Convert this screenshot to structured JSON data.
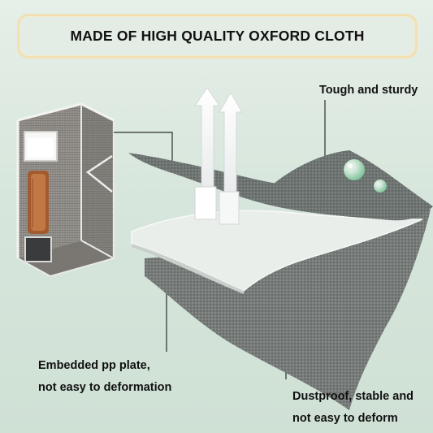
{
  "banner": {
    "title": "MADE OF HIGH QUALITY OXFORD CLOTH"
  },
  "callouts": {
    "tough": "Tough and sturdy",
    "pp_line1": "Embedded pp plate,",
    "pp_line2": "not easy to deformation",
    "dust_line1": "Dustproof, stable and",
    "dust_line2": "not easy to deform"
  },
  "colors": {
    "background": "#d9e7dd",
    "banner_border": "#f2dfb2",
    "cloth_dark": "#6b716e",
    "pp_plate": "#e7ebe8",
    "box_fabric": "#8c8a86",
    "handle": "#b46a3a"
  }
}
